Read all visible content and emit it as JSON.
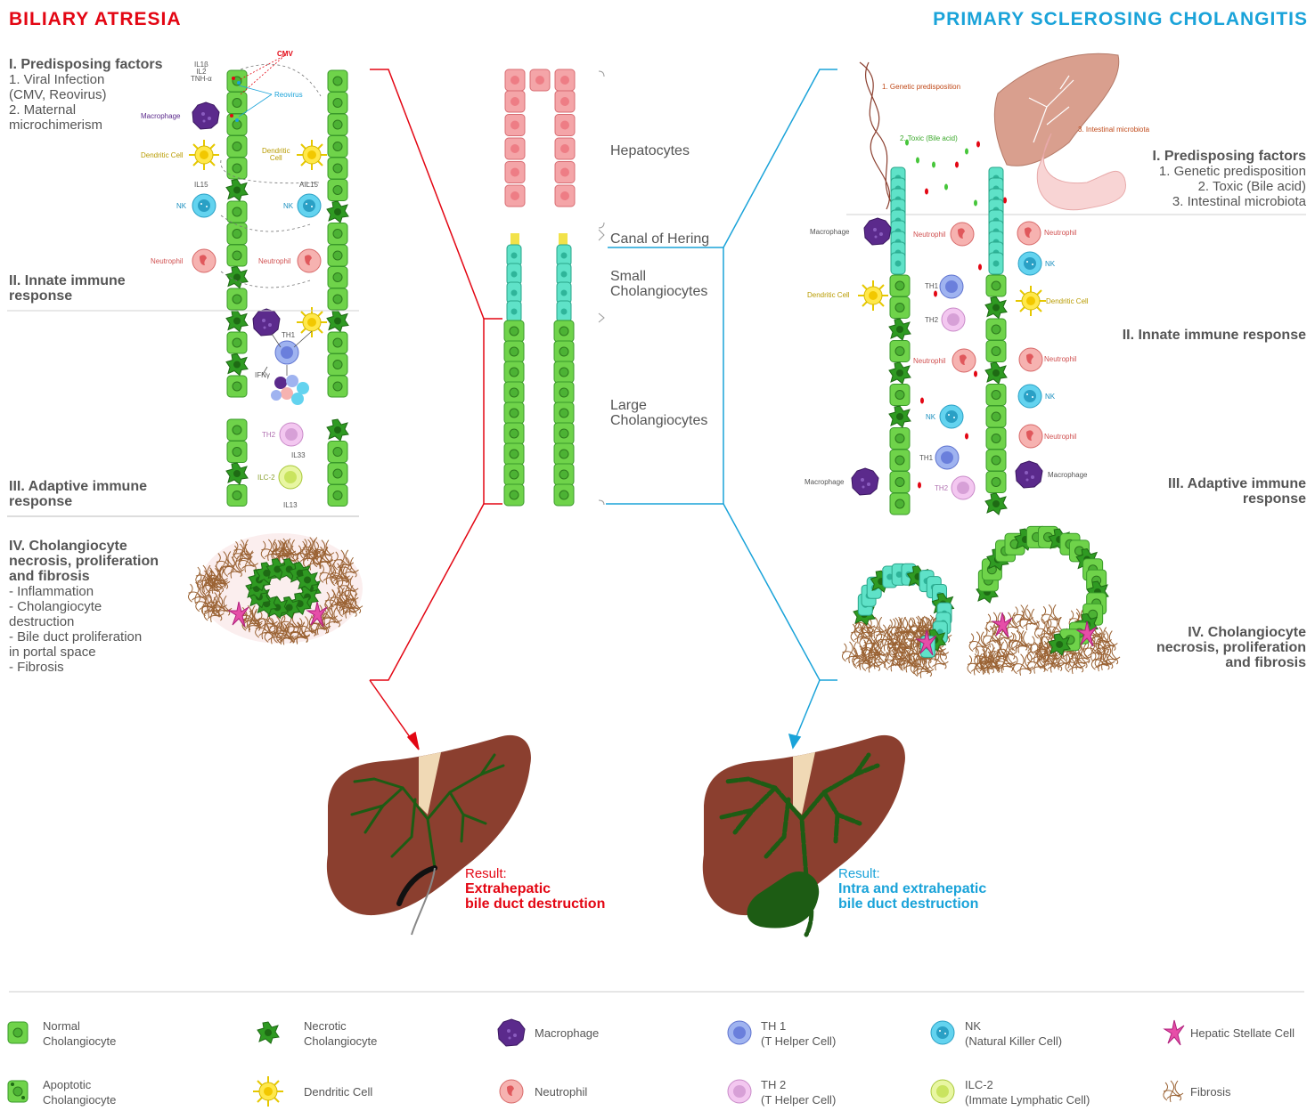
{
  "titles": {
    "left": "BILIARY ATRESIA",
    "right": "PRIMARY SCLEROSING CHOLANGITIS"
  },
  "colors": {
    "ba_red": "#e30613",
    "psc_blue": "#1aa3d9",
    "cholangiocyte_green": "#6fd34a",
    "small_cholangiocyte": "#5fe2c8",
    "hepatocyte_pink": "#f4a5a8",
    "liver_brown": "#8b3f2f"
  },
  "ba": {
    "s1_title": "I. Predisposing factors",
    "s1_body": "1. Viral Infection\n(CMV, Reovirus)\n2. Maternal\nmicrochimerism",
    "s2_title": "II. Innate immune\nresponse",
    "s3_title": "III. Adaptive immune\nresponse",
    "s4_title": "IV. Cholangiocyte\nnecrosis, proliferation\nand fibrosis",
    "s4_body": "- Inflammation\n- Cholangiocyte\ndestruction\n- Bile duct proliferation\nin portal space\n- Fibrosis",
    "cell_labels": {
      "macrophage": "Macrophage",
      "dendritic_left": "Dendritic Cell",
      "dendritic_right": "Dendritic\nCell",
      "nk_left": "NK",
      "nk_right": "NK",
      "neutrophil_left": "Neutrophil",
      "neutrophil_right": "Neutrophil",
      "cmv": "CMV",
      "reovirus": "Reovirus",
      "cytokines": "IL1β\nIL2\nTNH-α",
      "il15_left": "IL15",
      "il15_right": "AIL15",
      "th1": "TH1",
      "ifn": "IFNγ",
      "th2": "TH2",
      "il33": "IL33",
      "ilc2": "ILC-2",
      "il13": "IL13"
    },
    "result_label": "Result:",
    "result_value": "Extrahepatic\nbile duct destruction"
  },
  "center": {
    "hepatocytes": "Hepatocytes",
    "canal": "Canal of Hering",
    "small": "Small\nCholangiocytes",
    "large": "Large\nCholangiocytes"
  },
  "psc": {
    "s1_title": "I. Predisposing factors",
    "s1_body": "1. Genetic predisposition\n2. Toxic (Bile acid)\n3. Intestinal microbiota",
    "s2_title": "II. Innate immune response",
    "s3_title": "III. Adaptive immune\nresponse",
    "s4_title": "IV. Cholangiocyte\nnecrosis, proliferation\nand fibrosis",
    "fig_labels": {
      "genetic": "1. Genetic predisposition",
      "toxic": "2. Toxic (Bile acid)",
      "microbiota": "3. Intestinal microbiota"
    },
    "cell_labels": {
      "macrophage_top": "Macrophage",
      "neutrophil_top": "Neutrophil",
      "neutrophil_right_top": "Neutrophil",
      "nk_right_top": "NK",
      "th1_top": "TH1",
      "dendritic_left": "Dendritic Cell",
      "dendritic_right": "Dendritic Cell",
      "th2_top": "TH2",
      "neutrophil_mid": "Neutrophil",
      "neutrophil_right_mid": "Neutrophil",
      "nk_right_mid": "NK",
      "nk_mid": "NK",
      "neutrophil_right_low": "Neutrophil",
      "th1_low": "TH1",
      "macrophage_low_left": "Macrophage",
      "macrophage_low_right": "Macrophage",
      "th2_low": "TH2"
    },
    "result_label": "Result:",
    "result_value": "Intra and extrahepatic\nbile duct destruction"
  },
  "legend": [
    {
      "icon": "normal-cholangiocyte",
      "label": "Normal\nCholangiocyte"
    },
    {
      "icon": "necrotic-cholangiocyte",
      "label": "Necrotic\nCholangiocyte"
    },
    {
      "icon": "macrophage",
      "label": "Macrophage"
    },
    {
      "icon": "th1",
      "label": "TH 1\n(T Helper Cell)"
    },
    {
      "icon": "nk",
      "label": "NK\n(Natural Killer Cell)"
    },
    {
      "icon": "hepatic-stellate",
      "label": "Hepatic Stellate Cell"
    },
    {
      "icon": "apoptotic-cholangiocyte",
      "label": "Apoptotic\nCholangiocyte"
    },
    {
      "icon": "dendritic",
      "label": "Dendritic Cell"
    },
    {
      "icon": "neutrophil",
      "label": "Neutrophil"
    },
    {
      "icon": "th2",
      "label": "TH 2\n(T Helper Cell)"
    },
    {
      "icon": "ilc2",
      "label": "ILC-2\n(Immate Lymphatic Cell)"
    },
    {
      "icon": "fibrosis",
      "label": "Fibrosis"
    }
  ]
}
